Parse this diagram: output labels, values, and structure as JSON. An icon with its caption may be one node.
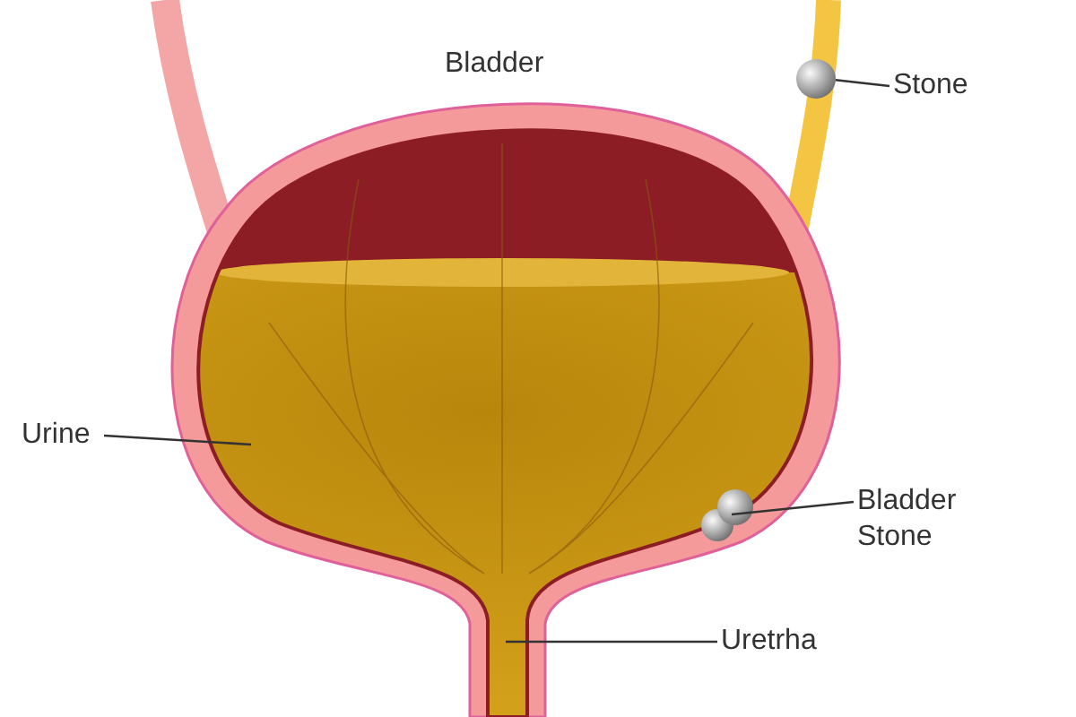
{
  "diagram": {
    "nodes": [
      {
        "text": [
          "Stone"
        ]
      },
      {
        "text": [],
        "shape": "circle"
      },
      {
        "text": [
          "Urine"
        ]
      },
      {
        "text": [
          "Bladder Stone"
        ]
      },
      {
        "text": [
          "Uretrha"
        ]
      }
    ],
    "edges": [
      {
        "from": 0,
        "to": 1,
        "arrow": "none"
      },
      {
        "from": 2,
        "to": null,
        "arrow": "none"
      },
      {
        "from": 3,
        "to": null,
        "arrow": "none"
      },
      {
        "from": 4,
        "to": null,
        "arrow": "none"
      }
    ],
    "labels": [
      "Bladder"
    ]
  }
}
